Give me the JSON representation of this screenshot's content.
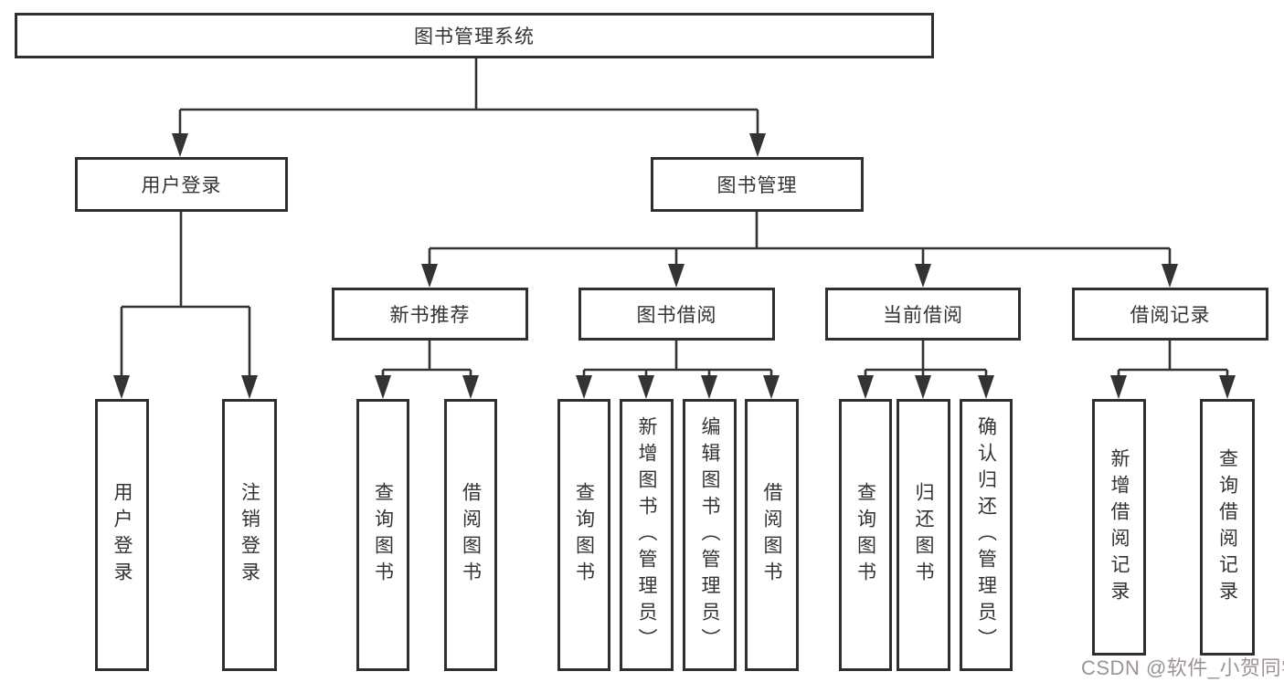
{
  "diagram": {
    "title": "图书管理系统",
    "branches": [
      {
        "label": "用户登录",
        "children": [
          "用户登录",
          "注销登录"
        ]
      },
      {
        "label": "图书管理",
        "groups": [
          {
            "label": "新书推荐",
            "children": [
              "查询图书",
              "借阅图书"
            ]
          },
          {
            "label": "图书借阅",
            "children": [
              "查询图书",
              "新增图书（管理员）",
              "编辑图书（管理员）",
              "借阅图书"
            ]
          },
          {
            "label": "当前借阅",
            "children": [
              "查询图书",
              "归还图书",
              "确认归还（管理员）"
            ]
          },
          {
            "label": "借阅记录",
            "children": [
              "新增借阅记录",
              "查询借阅记录"
            ]
          }
        ]
      }
    ]
  },
  "watermark": {
    "text": "CSDN @软件_小贺同学"
  },
  "colors": {
    "line": "#333333",
    "box_border": "#2f2f2f",
    "text": "#333333",
    "watermark": "#928a8e",
    "background": "#ffffff"
  }
}
